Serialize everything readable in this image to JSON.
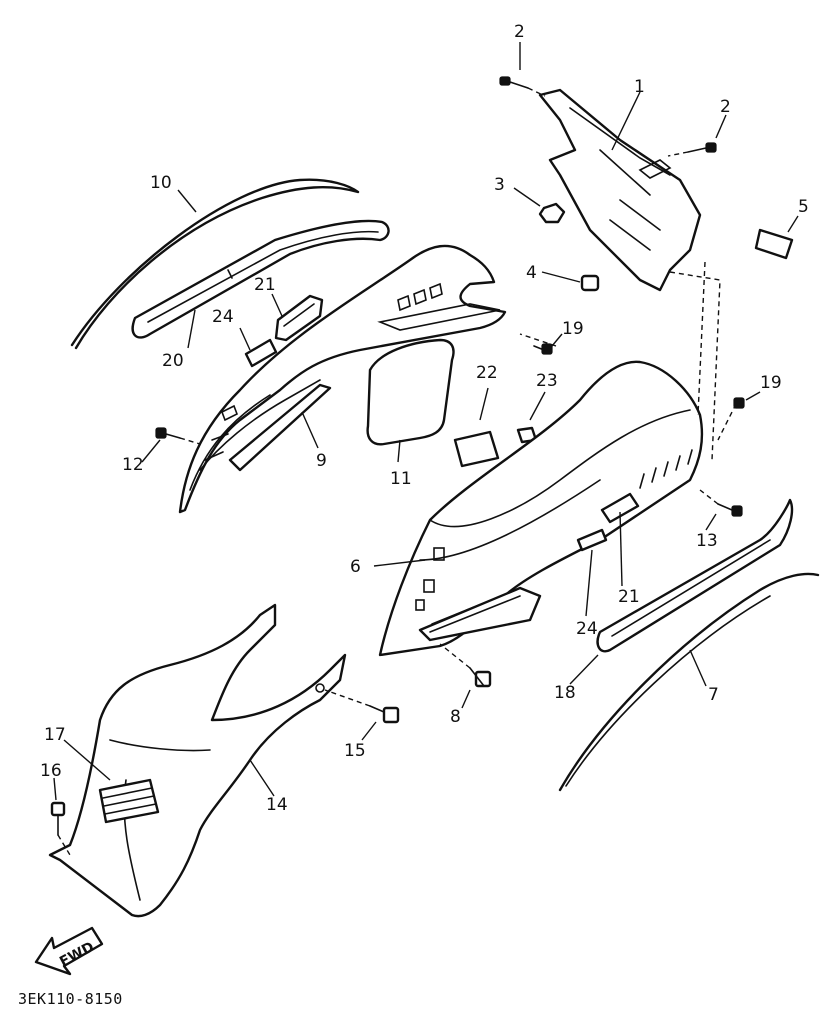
{
  "diagram": {
    "drawing_code": "3EK110-8150",
    "direction_label": "FWD",
    "callouts": [
      {
        "id": "c1",
        "text": "1"
      },
      {
        "id": "c2a",
        "text": "2"
      },
      {
        "id": "c2b",
        "text": "2"
      },
      {
        "id": "c3",
        "text": "3"
      },
      {
        "id": "c4",
        "text": "4"
      },
      {
        "id": "c5",
        "text": "5"
      },
      {
        "id": "c6",
        "text": "6"
      },
      {
        "id": "c7",
        "text": "7"
      },
      {
        "id": "c8",
        "text": "8"
      },
      {
        "id": "c9",
        "text": "9"
      },
      {
        "id": "c10",
        "text": "10"
      },
      {
        "id": "c11",
        "text": "11"
      },
      {
        "id": "c12",
        "text": "12"
      },
      {
        "id": "c13",
        "text": "13"
      },
      {
        "id": "c14",
        "text": "14"
      },
      {
        "id": "c15",
        "text": "15"
      },
      {
        "id": "c16",
        "text": "16"
      },
      {
        "id": "c17",
        "text": "17"
      },
      {
        "id": "c18",
        "text": "18"
      },
      {
        "id": "c19a",
        "text": "19"
      },
      {
        "id": "c19b",
        "text": "19"
      },
      {
        "id": "c20",
        "text": "20"
      },
      {
        "id": "c21a",
        "text": "21"
      },
      {
        "id": "c21b",
        "text": "21"
      },
      {
        "id": "c22",
        "text": "22"
      },
      {
        "id": "c23",
        "text": "23"
      },
      {
        "id": "c24a",
        "text": "24"
      },
      {
        "id": "c24b",
        "text": "24"
      }
    ]
  }
}
